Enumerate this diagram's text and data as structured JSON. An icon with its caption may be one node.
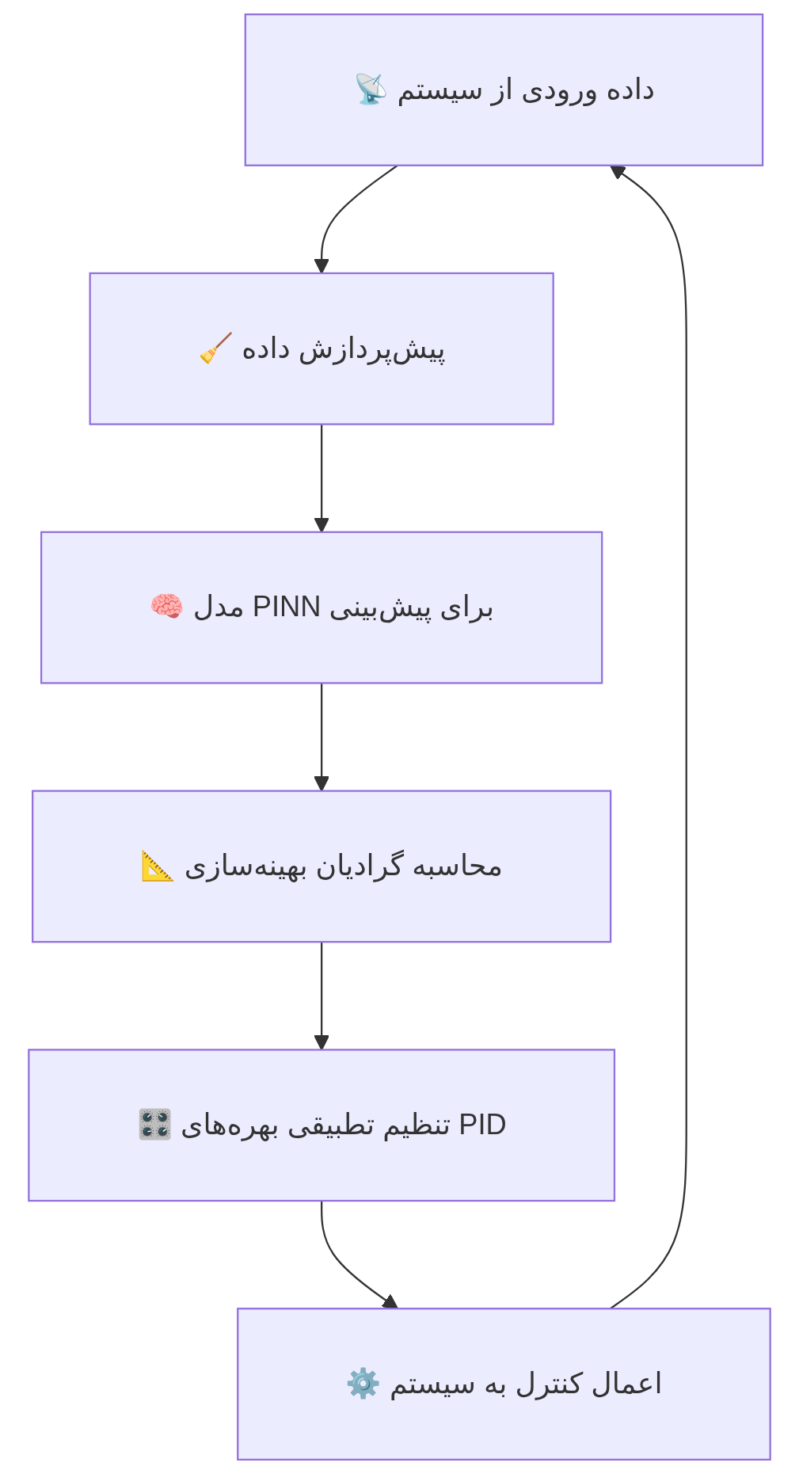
{
  "diagram": {
    "nodes": [
      {
        "text": [
          "📡 داده ورودی از سیستم"
        ]
      },
      {
        "text": [
          "🧹 پیش‌پردازش داده"
        ]
      },
      {
        "text": [
          "🧠 مدل PINN برای پیش‌بینی"
        ]
      },
      {
        "text": [
          "📐 محاسبه گرادیان بهینه‌سازی"
        ]
      },
      {
        "text": [
          "🎛️ تنظیم تطبیقی بهره‌های PID"
        ]
      },
      {
        "text": [
          "⚙️ اعمال کنترل به سیستم"
        ]
      }
    ],
    "edges": [
      {
        "from": 0,
        "to": 1,
        "arrow": "to"
      },
      {
        "from": 1,
        "to": 2,
        "arrow": "to"
      },
      {
        "from": 2,
        "to": 3,
        "arrow": "to"
      },
      {
        "from": 3,
        "to": 4,
        "arrow": "to"
      },
      {
        "from": 4,
        "to": 5,
        "arrow": "to"
      },
      {
        "from": 5,
        "to": 0,
        "arrow": "to"
      }
    ]
  }
}
